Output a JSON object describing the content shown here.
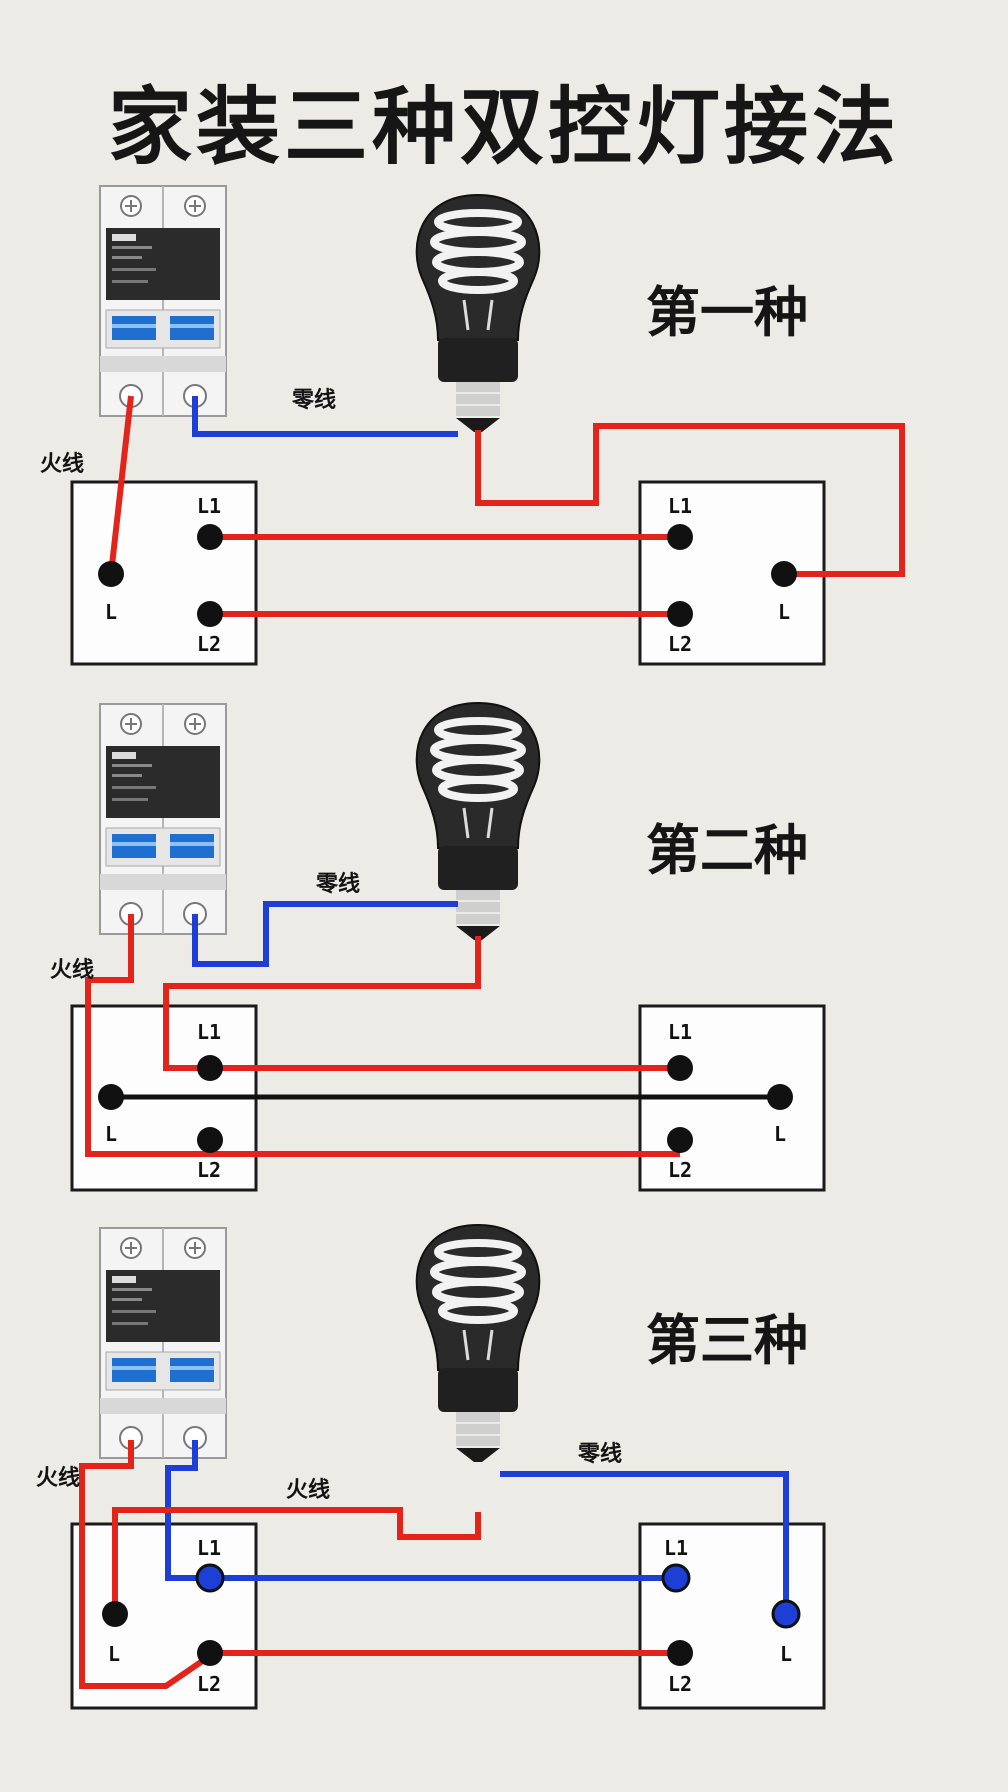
{
  "title": "家装三种双控灯接法",
  "colors": {
    "live": "#e3241b",
    "neutral": "#1e3fd6",
    "link": "#111111",
    "background": "#ecebe6"
  },
  "sections": [
    {
      "heading": "第一种",
      "neutral_label": "零线",
      "live_label": "火线",
      "left_switch": {
        "t1": "L1",
        "t2": "L2",
        "common": "L"
      },
      "right_switch": {
        "t1": "L1",
        "t2": "L2",
        "common": "L"
      }
    },
    {
      "heading": "第二种",
      "neutral_label": "零线",
      "live_label": "火线",
      "left_switch": {
        "t1": "L1",
        "t2": "L2",
        "common": "L"
      },
      "right_switch": {
        "t1": "L1",
        "t2": "L2",
        "common": "L"
      }
    },
    {
      "heading": "第三种",
      "neutral_label": "零线",
      "live_label": "火线",
      "lamp_live_label": "火线",
      "left_switch": {
        "t1": "L1",
        "t2": "L2",
        "common": "L"
      },
      "right_switch": {
        "t1": "L1",
        "t2": "L2",
        "common": "L"
      }
    }
  ]
}
